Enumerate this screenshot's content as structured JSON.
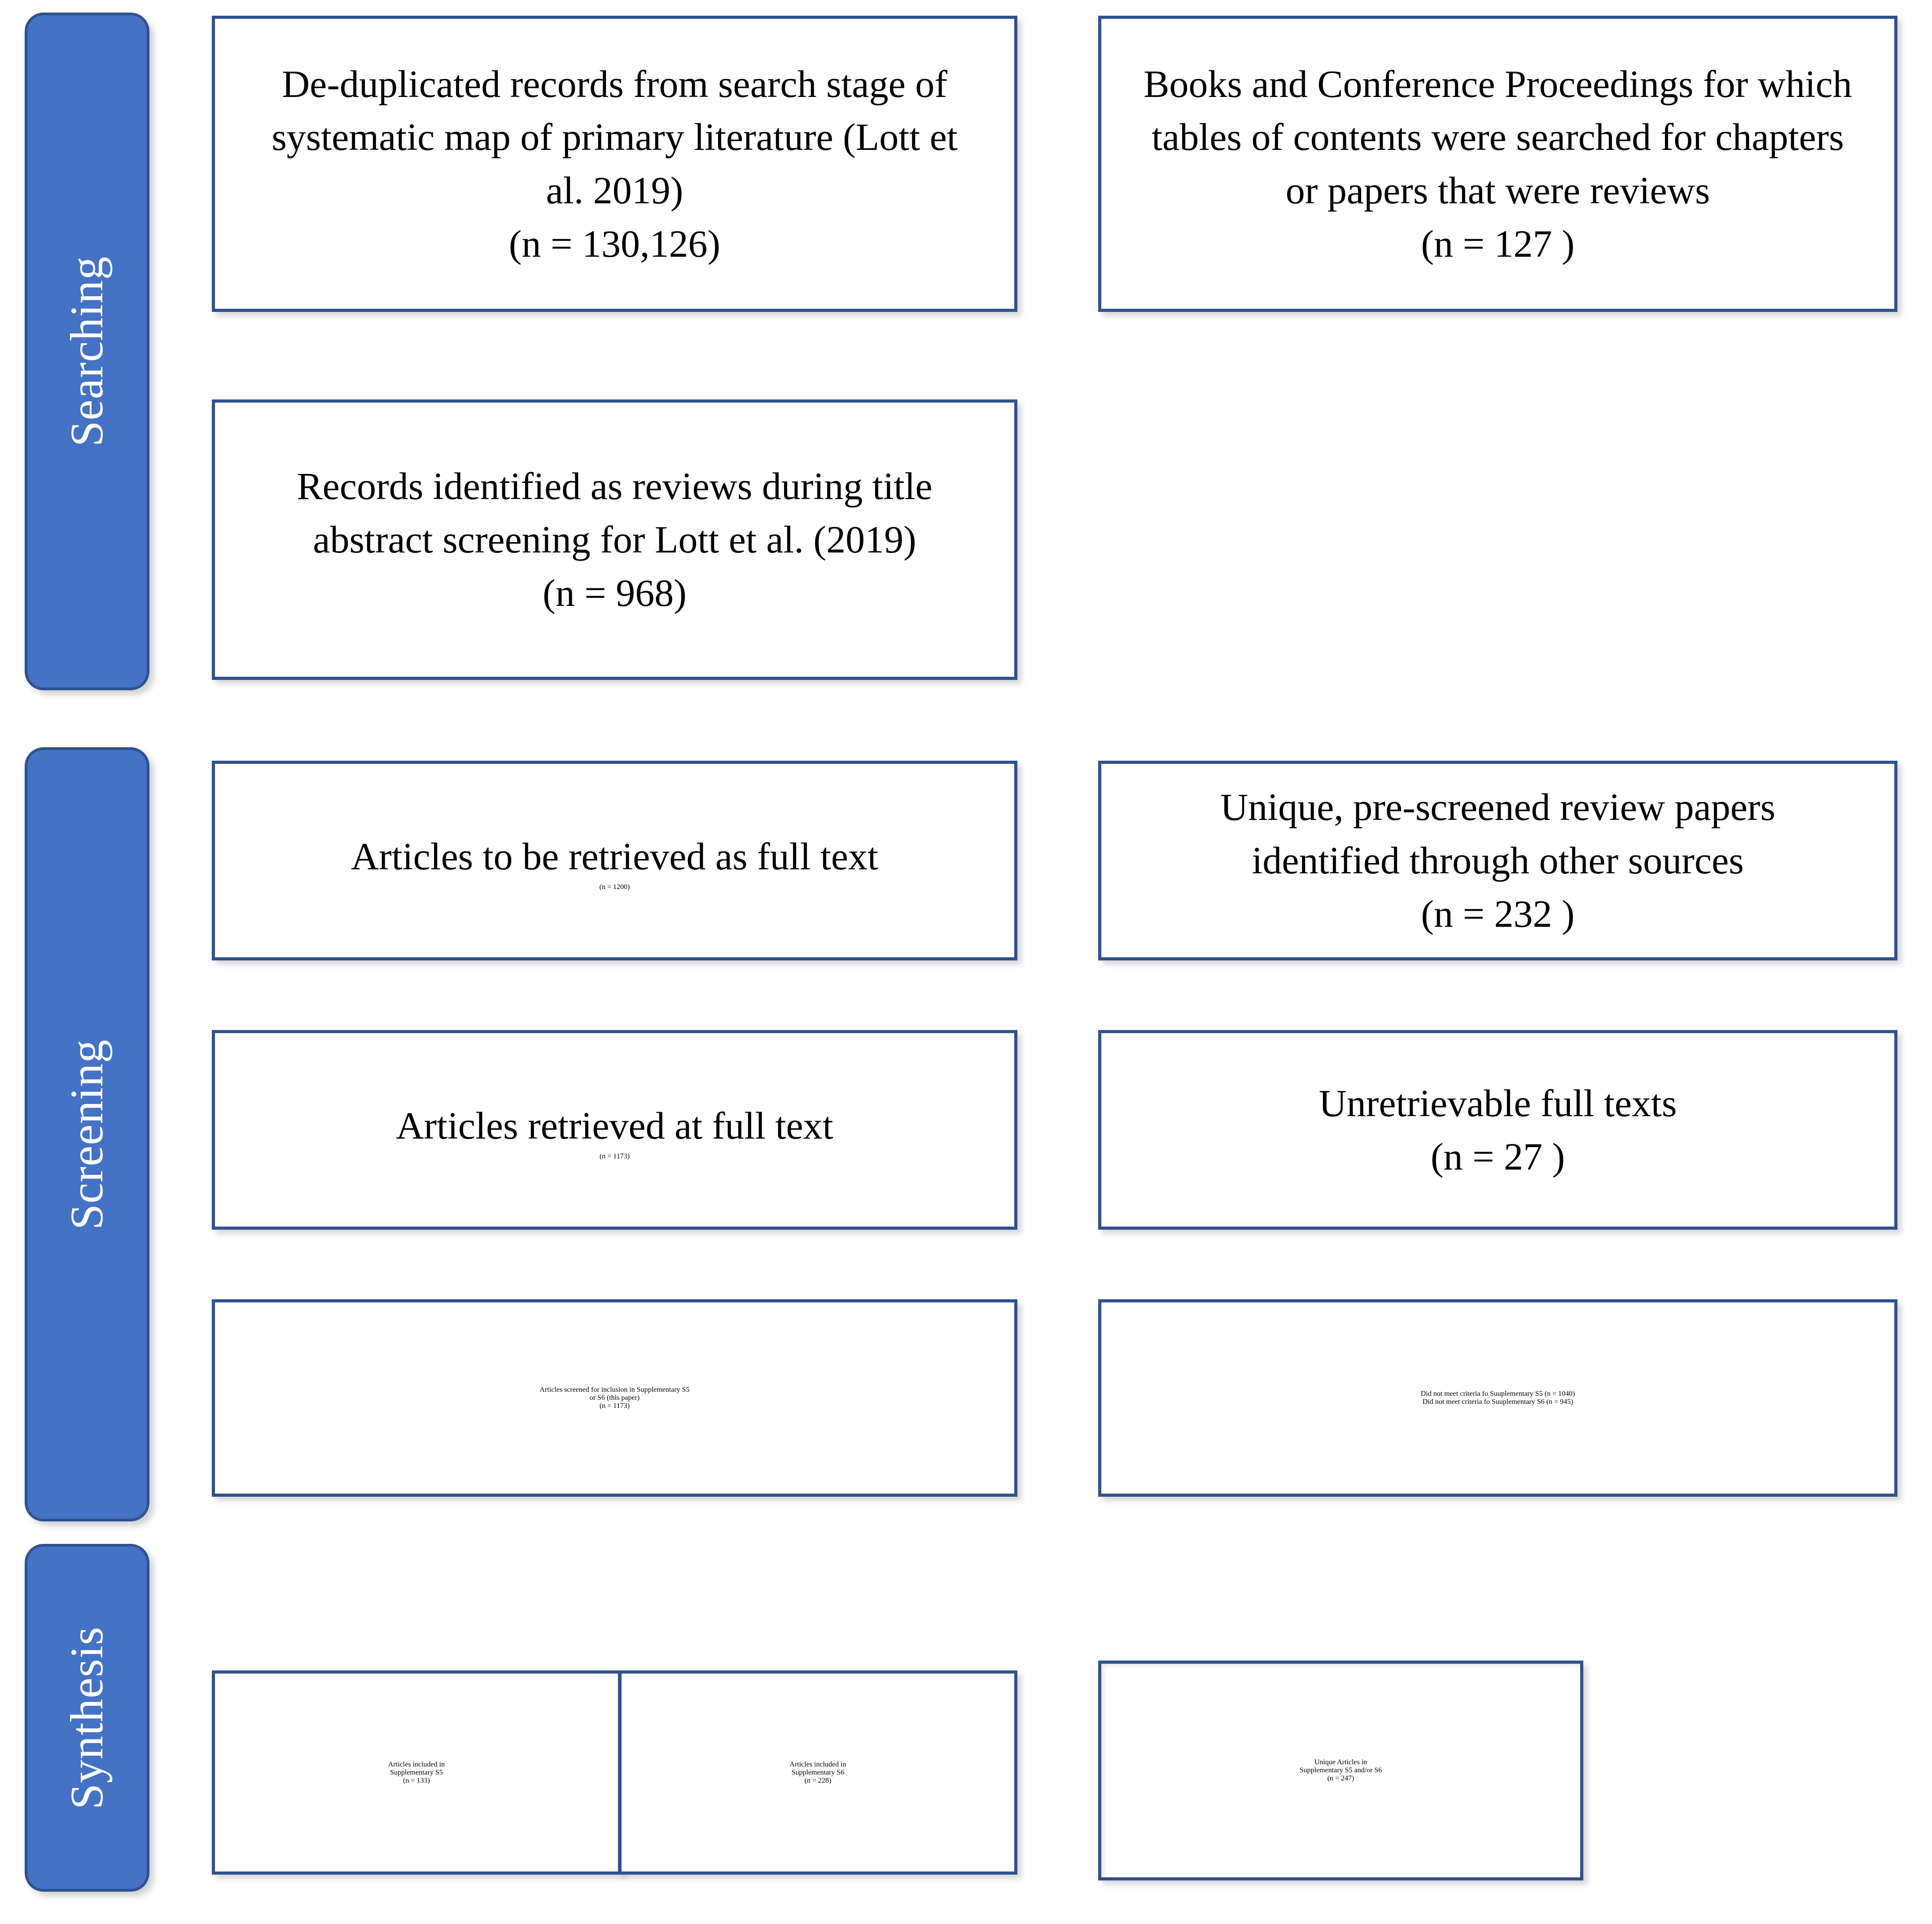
{
  "diagram": {
    "title": "PRISMA flow diagram",
    "accent_color": "#4472C4",
    "border_color": "#2F528F",
    "background_color": "#FFFFFF"
  },
  "stages": [
    {
      "id": "searching",
      "label": "Searching"
    },
    {
      "id": "screening",
      "label": "Screening"
    },
    {
      "id": "synthesis",
      "label": "Synthesis"
    }
  ],
  "boxes": {
    "deduplicated_records": {
      "line1": "De-duplicated records from search stage of",
      "line2": "systematic map of primary literature (Lott et",
      "line3": "al. 2019)",
      "count": "(n = 130,126)"
    },
    "books_conference": {
      "line1": "Books and Conference Proceedings for which",
      "line2": "tables of contents were searched for chapters",
      "line3": "or papers that were reviews",
      "count": "(n = 127 )"
    },
    "records_identified_reviews": {
      "line1": "Records identified as reviews during title",
      "line2": "abstract screening for Lott et al. (2019)",
      "count": "(n = 968)"
    },
    "articles_to_retrieve": {
      "line1": "Articles to be retrieved as full text",
      "count": "(n = 1200)"
    },
    "unique_prescreened": {
      "line1": "Unique, pre-screened review papers",
      "line2": "identified through other sources",
      "count": "(n = 232 )"
    },
    "articles_retrieved": {
      "line1": "Articles retrieved at full text",
      "count": "(n = 1173)"
    },
    "unretrievable": {
      "line1": "Unretrievable full texts",
      "count": "(n = 27 )"
    },
    "articles_screened": {
      "line1": "Articles screened for inclusion in Supplementary S5",
      "line2": "or S6 (this paper)",
      "count": "(n = 1173)"
    },
    "excluded_criteria": {
      "line1": "Did not meet criteria fo Suuplementary S5 (n = 1040)",
      "line2": "Did not meet criteria fo Suuplementary S6 (n = 945)"
    },
    "included_s5": {
      "line1": "Articles included in",
      "line2": "Supplementary S5",
      "count": "(n = 133)"
    },
    "included_s6": {
      "line1": "Articles included in",
      "line2": "Supplementary S6",
      "count": "(n = 228)"
    },
    "unique_articles": {
      "line1": "Unique Articles in",
      "line2": "Supplementary S5 and/or S6",
      "count": "(n = 247)"
    }
  }
}
